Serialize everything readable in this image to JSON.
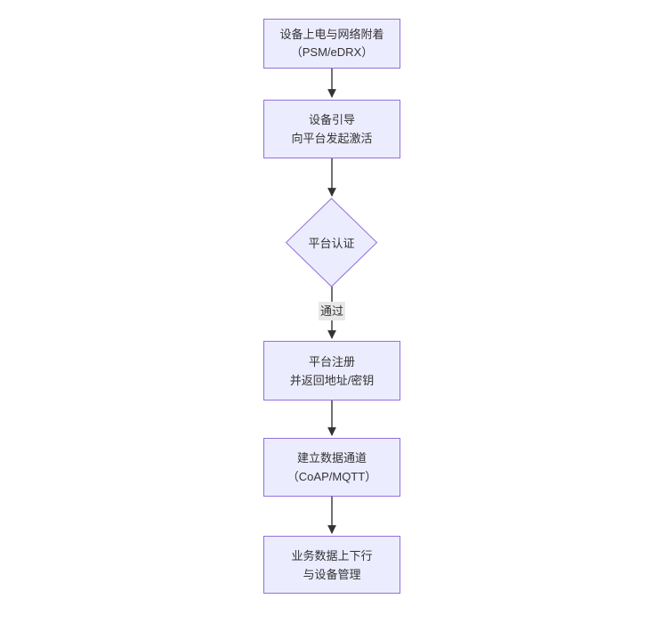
{
  "diagram": {
    "type": "flowchart",
    "direction": "top-down",
    "nodes": {
      "power": {
        "shape": "rect",
        "line1": "设备上电与网络附着",
        "line2": "（PSM/eDRX）"
      },
      "bootstrap": {
        "shape": "rect",
        "line1": "设备引导",
        "line2": "向平台发起激活"
      },
      "auth": {
        "shape": "diamond",
        "label": "平台认证"
      },
      "register": {
        "shape": "rect",
        "line1": "平台注册",
        "line2": "并返回地址/密钥"
      },
      "channel": {
        "shape": "rect",
        "line1": "建立数据通道",
        "line2": "（CoAP/MQTT）"
      },
      "business": {
        "shape": "rect",
        "line1": "业务数据上下行",
        "line2": "与设备管理"
      }
    },
    "edges": {
      "pass_label": "通过",
      "connections": [
        {
          "from": "power",
          "to": "bootstrap"
        },
        {
          "from": "bootstrap",
          "to": "auth"
        },
        {
          "from": "auth",
          "to": "register",
          "label": "通过"
        },
        {
          "from": "register",
          "to": "channel"
        },
        {
          "from": "channel",
          "to": "business"
        }
      ]
    }
  },
  "colors": {
    "node_fill": "#ECECFF",
    "node_border": "#9370DB",
    "arrow": "#333333",
    "text": "#333333",
    "edge_label_bg": "#e8e8e8",
    "background": "#ffffff"
  }
}
